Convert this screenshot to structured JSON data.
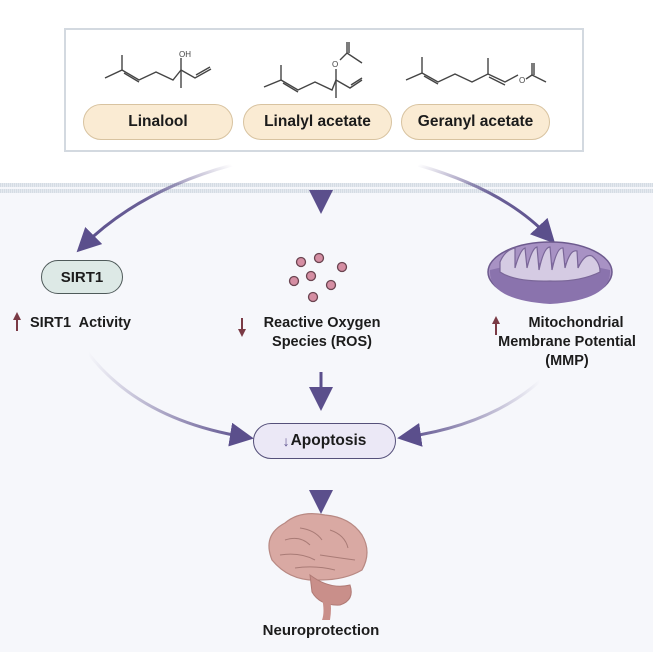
{
  "compounds": [
    {
      "name": "Linalool",
      "structure_label": "OH"
    },
    {
      "name": "Linalyl acetate",
      "structure_label": "O"
    },
    {
      "name": "Geranyl acetate",
      "structure_label": "O"
    }
  ],
  "pathways": {
    "sirt1": {
      "node_label": "SIRT1",
      "effect_direction": "up",
      "effect_label": "SIRT1  Activity"
    },
    "ros": {
      "effect_direction": "down",
      "effect_line1": "Reactive Oxygen",
      "effect_line2": "Species (ROS)"
    },
    "mmp": {
      "effect_direction": "up",
      "effect_line1": "Mitochondrial",
      "effect_line2": "Membrane Potential",
      "effect_line3": "(MMP)"
    }
  },
  "apoptosis": {
    "direction": "down",
    "label": "Apoptosis"
  },
  "outcome": {
    "label": "Neuroprotection"
  },
  "colors": {
    "arrow": "#5b4f8c",
    "up_arrow": "#7a3a45",
    "ros_dot": "#d58ea3",
    "mito_outer": "#a892c4",
    "brain": "#d9a9a3",
    "compound_pill": "#faebd3",
    "sirt_pill": "#dde9e6",
    "apoptosis_pill": "#ebe8f6"
  }
}
